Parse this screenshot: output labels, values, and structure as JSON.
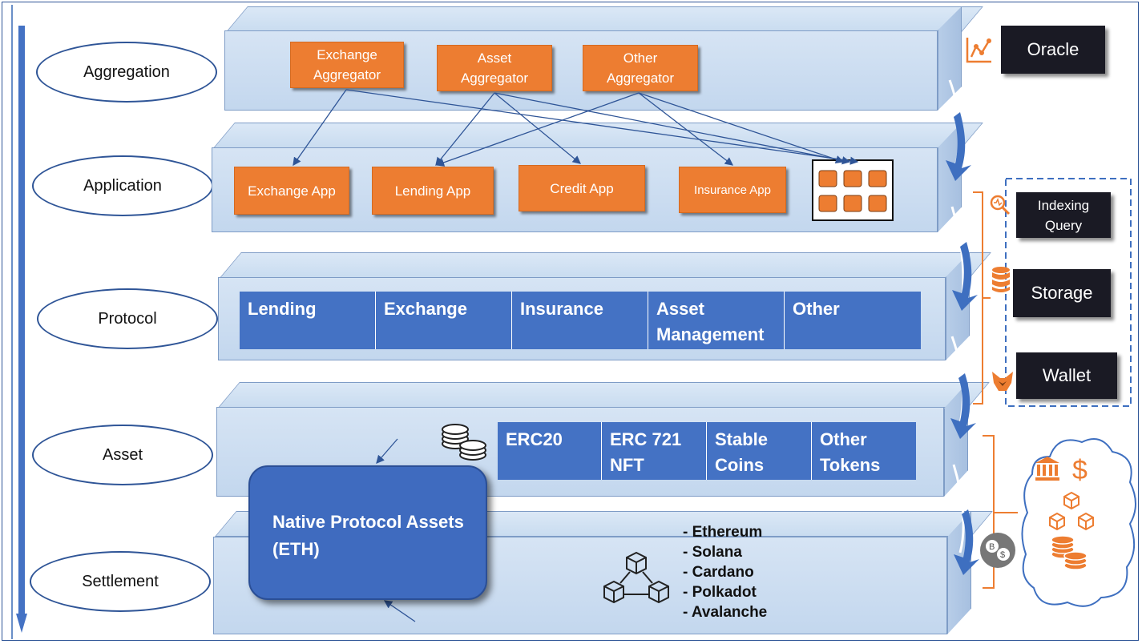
{
  "layers": [
    {
      "label": "Aggregation"
    },
    {
      "label": "Application"
    },
    {
      "label": "Protocol"
    },
    {
      "label": "Asset"
    },
    {
      "label": "Settlement"
    }
  ],
  "aggregation": {
    "boxes": [
      "Exchange\nAggregator",
      "Asset\nAggregator",
      "Other\nAggregator"
    ]
  },
  "application": {
    "apps": [
      "Exchange App",
      "Lending App",
      "Credit App",
      "Insurance App"
    ]
  },
  "protocol": {
    "cells": [
      "Lending",
      "Exchange",
      "Insurance",
      "Asset\nManagement",
      "Other"
    ]
  },
  "asset": {
    "cells": [
      "ERC20",
      "ERC 721\nNFT",
      "Stable\nCoins",
      "Other\nTokens"
    ]
  },
  "settlement": {
    "native_assets": "Native Protocol Assets\n(ETH)",
    "chains": [
      "- Ethereum",
      "- Solana",
      "- Cardano",
      "- Polkadot",
      "- Avalanche"
    ]
  },
  "services": {
    "oracle": "Oracle",
    "indexing": "Indexing\nQuery",
    "storage": "Storage",
    "wallet": "Wallet"
  },
  "colors": {
    "accent_orange": "#ed7d31",
    "block_blue": "#4472c4",
    "dark_box": "#1a1a24",
    "frame_blue": "#2f5597"
  },
  "icons": [
    "chart-icon",
    "search-icon",
    "database-icon",
    "fox-icon",
    "coins-icon",
    "blockchain-icon",
    "exchange-currency-icon",
    "bank-icon",
    "dollar-icon",
    "cubes-icon",
    "app-grid-icon"
  ]
}
